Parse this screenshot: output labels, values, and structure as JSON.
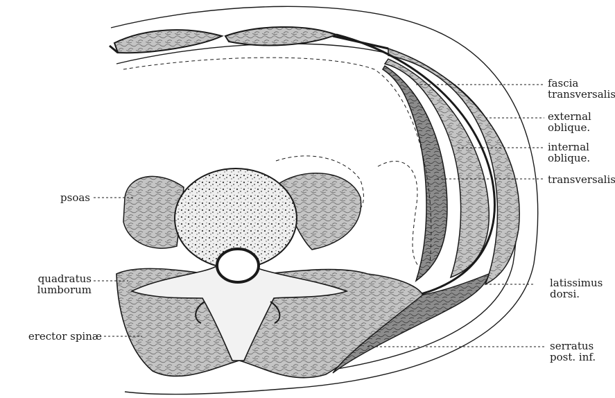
{
  "labels": {
    "fascia_transversalis": [
      "fascia",
      "transversalis"
    ],
    "external_oblique": [
      "external",
      "oblique."
    ],
    "internal_oblique": [
      "internal",
      "oblique."
    ],
    "transversalis": "transversalis",
    "latissimus_dorsi": [
      "latissimus",
      "dorsi."
    ],
    "serratus_post_inf": [
      "serratus",
      "post. inf."
    ],
    "psoas": "psoas",
    "quadratus_lumborum": [
      "quadratus",
      "lumborum"
    ],
    "erector_spinae": "erector spinæ"
  },
  "colors": {
    "ink": "#1a1a1a",
    "muscle_fill": "#b9b9b9",
    "dark_muscle_fill": "#7a7a7a",
    "bone_fill": "#e8e8e8",
    "background": "#ffffff"
  }
}
